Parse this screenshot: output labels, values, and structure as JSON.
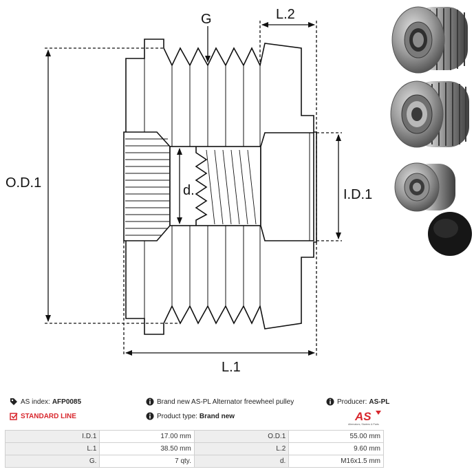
{
  "diagram": {
    "labels": {
      "groove": "G",
      "length2": "L.2",
      "outer_diameter": "O.D.1",
      "inner_diameter": "I.D.1",
      "thread": "d.",
      "length1": "L.1"
    },
    "line_color": "#111111"
  },
  "info": {
    "index_label": "AS index:",
    "index_value": "AFP0085",
    "line_label": "STANDARD LINE",
    "description": "Brand new AS-PL Alternator freewheel pulley",
    "type_label": "Product type:",
    "type_value": "Brand new",
    "producer_label": "Producer:",
    "producer_value": "AS-PL",
    "logo_text": "AS",
    "logo_tagline": "Alternators, Starters & Parts",
    "accent_color": "#d8272d"
  },
  "specs": {
    "rows": [
      [
        {
          "k": "I.D.1",
          "v": "17.00 mm"
        },
        {
          "k": "O.D.1",
          "v": "55.00 mm"
        }
      ],
      [
        {
          "k": "L.1",
          "v": "38.50 mm"
        },
        {
          "k": "L.2",
          "v": "9.60 mm"
        }
      ],
      [
        {
          "k": "G.",
          "v": "7 qty."
        },
        {
          "k": "d.",
          "v": "M16x1.5 mm"
        }
      ]
    ]
  },
  "photos": {
    "colors": {
      "metal": "#8c8c8c",
      "metal_light": "#c4c4c4",
      "metal_dark": "#4a4a4a",
      "cap": "#1a1a1a"
    }
  }
}
